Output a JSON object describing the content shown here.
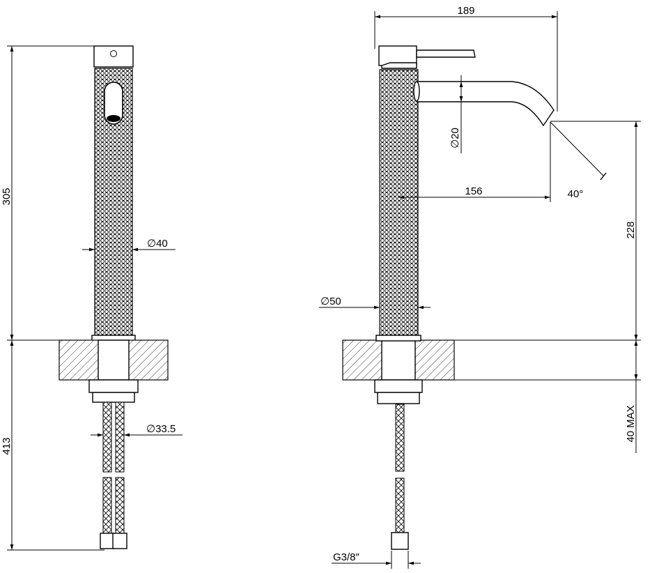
{
  "front_view": {
    "total_height_above": "305",
    "total_height_below": "413",
    "body_diameter": "∅40",
    "hose_diameter": "∅33.5"
  },
  "side_view": {
    "total_width": "189",
    "spout_diameter": "∅20",
    "spout_reach": "156",
    "spout_angle": "40°",
    "spout_height": "228",
    "body_diameter": "∅50",
    "max_deck_thickness": "40 MAX",
    "connection_thread": "G3/8″"
  }
}
